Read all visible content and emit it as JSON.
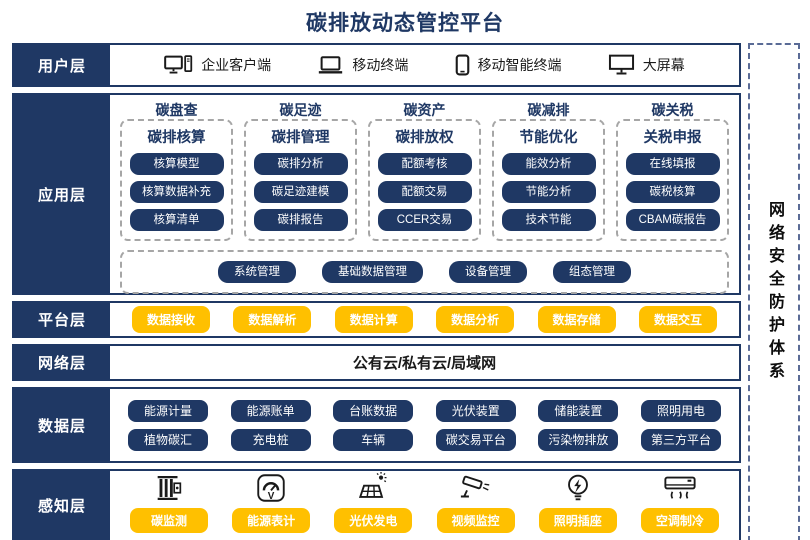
{
  "title": "碳排放动态管控平台",
  "colors": {
    "navy": "#1F3864",
    "orange": "#FFC000",
    "dashed_gray": "#A6A6A6",
    "security_border": "#5A6B96"
  },
  "user_layer": {
    "label": "用户层",
    "items": [
      {
        "icon": "desktop-client-icon",
        "label": "企业客户端"
      },
      {
        "icon": "laptop-icon",
        "label": "移动终端"
      },
      {
        "icon": "smartphone-icon",
        "label": "移动智能终端"
      },
      {
        "icon": "big-screen-icon",
        "label": "大屏幕"
      }
    ]
  },
  "app_layer": {
    "label": "应用层",
    "columns": [
      {
        "category": "碳盘查",
        "module": "碳排核算",
        "items": [
          "核算模型",
          "核算数据补充",
          "核算清单"
        ]
      },
      {
        "category": "碳足迹",
        "module": "碳排管理",
        "items": [
          "碳排分析",
          "碳足迹建模",
          "碳排报告"
        ]
      },
      {
        "category": "碳资产",
        "module": "碳排放权",
        "items": [
          "配额考核",
          "配额交易",
          "CCER交易"
        ]
      },
      {
        "category": "碳减排",
        "module": "节能优化",
        "items": [
          "能效分析",
          "节能分析",
          "技术节能"
        ]
      },
      {
        "category": "碳关税",
        "module": "关税申报",
        "items": [
          "在线填报",
          "碳税核算",
          "CBAM碳报告"
        ]
      }
    ],
    "common_modules": [
      "系统管理",
      "基础数据管理",
      "设备管理",
      "组态管理"
    ]
  },
  "platform_layer": {
    "label": "平台层",
    "items": [
      "数据接收",
      "数据解析",
      "数据计算",
      "数据分析",
      "数据存储",
      "数据交互"
    ]
  },
  "network_layer": {
    "label": "网络层",
    "content": "公有云/私有云/局域网"
  },
  "data_layer": {
    "label": "数据层",
    "rows": [
      [
        "能源计量",
        "能源账单",
        "台账数据",
        "光伏装置",
        "储能装置",
        "照明用电"
      ],
      [
        "植物碳汇",
        "充电桩",
        "车辆",
        "碳交易平台",
        "污染物排放",
        "第三方平台"
      ]
    ]
  },
  "perception_layer": {
    "label": "感知层",
    "items": [
      {
        "icon": "carbon-monitor-icon",
        "label": "碳监测"
      },
      {
        "icon": "energy-meter-icon",
        "label": "能源表计"
      },
      {
        "icon": "solar-panel-icon",
        "label": "光伏发电"
      },
      {
        "icon": "cctv-camera-icon",
        "label": "视频监控"
      },
      {
        "icon": "light-bulb-icon",
        "label": "照明插座"
      },
      {
        "icon": "air-conditioner-icon",
        "label": "空调制冷"
      }
    ]
  },
  "security_sidebar": {
    "text": "网络安全防护体系"
  }
}
